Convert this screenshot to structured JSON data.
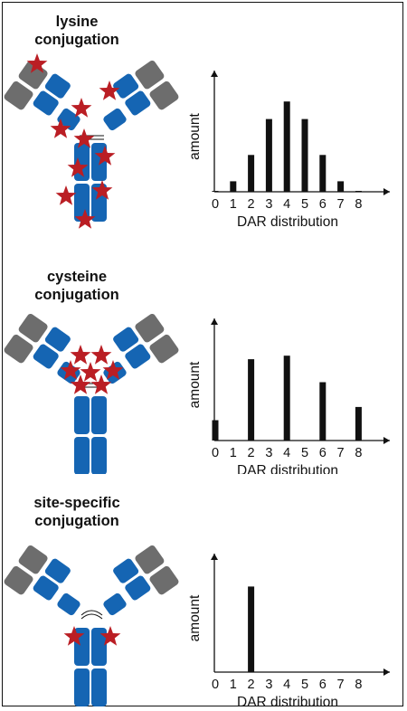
{
  "colors": {
    "heavy_chain": "#1565b3",
    "light_chain": "#6d6d6d",
    "drug_star": "#ba1e24",
    "bar": "#111111",
    "axis": "#111111"
  },
  "panels": [
    {
      "title_lines": [
        "lysine",
        "conjugation"
      ],
      "icon": "antibody-icon",
      "star_icon": "star-icon"
    },
    {
      "title_lines": [
        "cysteine",
        "conjugation"
      ],
      "icon": "antibody-icon",
      "star_icon": "star-icon"
    },
    {
      "title_lines": [
        "site-specific",
        "conjugation"
      ],
      "icon": "antibody-icon",
      "star_icon": "star-icon"
    }
  ],
  "chart_data": [
    {
      "type": "bar",
      "categories": [
        "0",
        "1",
        "2",
        "3",
        "4",
        "5",
        "6",
        "7",
        "8"
      ],
      "values": [
        1,
        12,
        42,
        83,
        103,
        83,
        42,
        12,
        1
      ],
      "xlabel": "DAR distribution",
      "ylabel": "amount",
      "ylim": [
        0,
        130
      ],
      "grid": false
    },
    {
      "type": "bar",
      "categories": [
        "0",
        "1",
        "2",
        "3",
        "4",
        "5",
        "6",
        "7",
        "8"
      ],
      "values": [
        23,
        0,
        92,
        0,
        96,
        0,
        66,
        0,
        38
      ],
      "xlabel": "DAR distribution",
      "ylabel": "amount",
      "ylim": [
        0,
        130
      ],
      "grid": false
    },
    {
      "type": "bar",
      "categories": [
        "0",
        "1",
        "2",
        "3",
        "4",
        "5",
        "6",
        "7",
        "8"
      ],
      "values": [
        0,
        0,
        100,
        0,
        0,
        0,
        0,
        0,
        0
      ],
      "xlabel": "DAR distribution",
      "ylabel": "amount",
      "ylim": [
        0,
        130
      ],
      "grid": false
    }
  ]
}
